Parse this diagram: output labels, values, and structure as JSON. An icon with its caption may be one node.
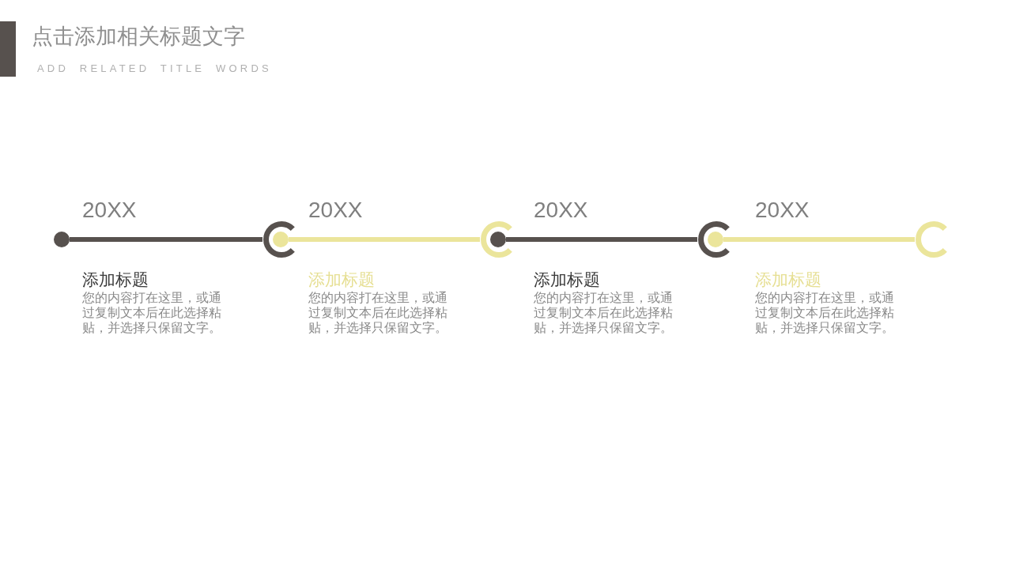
{
  "diagram": {
    "title": "点击添加相关标题文字",
    "nodes": [
      {
        "text": [],
        "shape": "circle"
      },
      {
        "text": [],
        "shape": "ring"
      },
      {
        "text": [],
        "shape": "circle",
        "in": 1
      },
      {
        "text": [],
        "shape": "ring"
      },
      {
        "text": [],
        "shape": "circle",
        "in": 3
      },
      {
        "text": [],
        "shape": "ring"
      },
      {
        "text": [],
        "shape": "circle",
        "in": 5
      },
      {
        "text": [],
        "shape": "ring"
      }
    ],
    "edges": [
      {
        "from": 0,
        "to": 1,
        "arrow": "none",
        "label": "20XX",
        "color": "#57514e"
      },
      {
        "from": 2,
        "to": 3,
        "arrow": "none",
        "label": "20XX",
        "color": "#ebe59b"
      },
      {
        "from": 4,
        "to": 5,
        "arrow": "none",
        "label": "20XX",
        "color": "#57514e"
      },
      {
        "from": 6,
        "to": 7,
        "arrow": "none",
        "label": "20XX",
        "color": "#ebe59b"
      }
    ],
    "labels": [
      "ADD RELATED TITLE WORDS",
      "添加标题",
      "您的内容打在这里，或通过复制文本后在此选择粘贴，并选择只保留文字。",
      "添加标题",
      "您的内容打在这里，或通过复制文本后在此选择粘贴，并选择只保留文字。",
      "添加标题",
      "您的内容打在这里，或通过复制文本后在此选择粘贴，并选择只保留文字。",
      "添加标题",
      "您的内容打在这里，或通过复制文本后在此选择粘贴，并选择只保留文字。"
    ]
  }
}
